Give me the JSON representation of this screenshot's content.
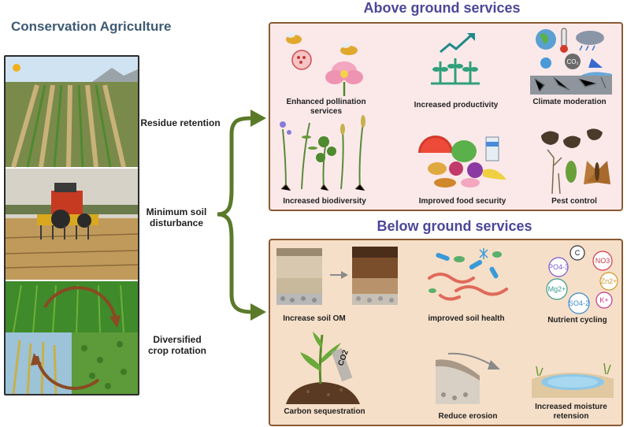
{
  "title": "Conservation Agriculture",
  "practices": [
    {
      "label_line1": "Residue retention",
      "label_line2": ""
    },
    {
      "label_line1": "Minimum soil",
      "label_line2": "disturbance"
    },
    {
      "label_line1": "Diversified",
      "label_line2": "crop rotation"
    }
  ],
  "above": {
    "title": "Above ground services",
    "services": [
      {
        "line1": "Enhanced pollination",
        "line2": "services"
      },
      {
        "line1": "Increased productivity",
        "line2": ""
      },
      {
        "line1": "Climate moderation",
        "line2": ""
      },
      {
        "line1": "Increased biodiversity",
        "line2": ""
      },
      {
        "line1": "Improved food security",
        "line2": ""
      },
      {
        "line1": "Pest control",
        "line2": ""
      }
    ]
  },
  "below": {
    "title": "Below ground services",
    "services": [
      {
        "line1": "Increase soil OM",
        "line2": ""
      },
      {
        "line1": "improved soil health",
        "line2": ""
      },
      {
        "line1": "Nutrient cycling",
        "line2": ""
      },
      {
        "line1": "Carbon sequestration",
        "line2": ""
      },
      {
        "line1": "Reduce erosion",
        "line2": ""
      },
      {
        "line1": "Increased moisture",
        "line2": "retension"
      }
    ]
  },
  "nutrients": [
    "C",
    "PO4-3",
    "NO3",
    "Mg2+",
    "Zn2+",
    "SO4-2",
    "K+"
  ],
  "co2_label": "CO2",
  "arrow_color": "#5a7a2a"
}
